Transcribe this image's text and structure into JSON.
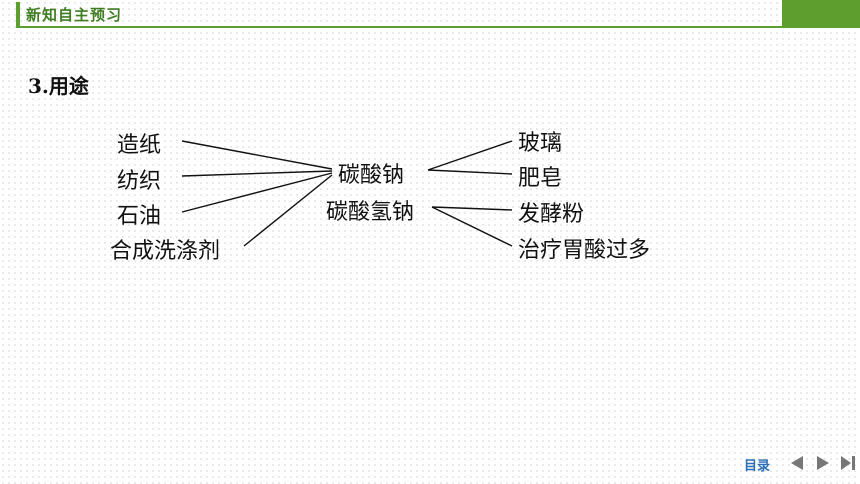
{
  "header": {
    "title": "新知自主预习"
  },
  "section": {
    "title": "3.用途"
  },
  "diagram": {
    "left_items": [
      "造纸",
      "纺织",
      "石油",
      "合成洗涤剂"
    ],
    "center_items": [
      "碳酸钠",
      "碳酸氢钠"
    ],
    "right_items": [
      "玻璃",
      "肥皂",
      "发酵粉",
      "治疗胃酸过多"
    ]
  },
  "footer": {
    "contents_label": "目录"
  },
  "colors": {
    "accent": "#5e9e2f",
    "link": "#2d6fb5",
    "nav": "#777777"
  }
}
